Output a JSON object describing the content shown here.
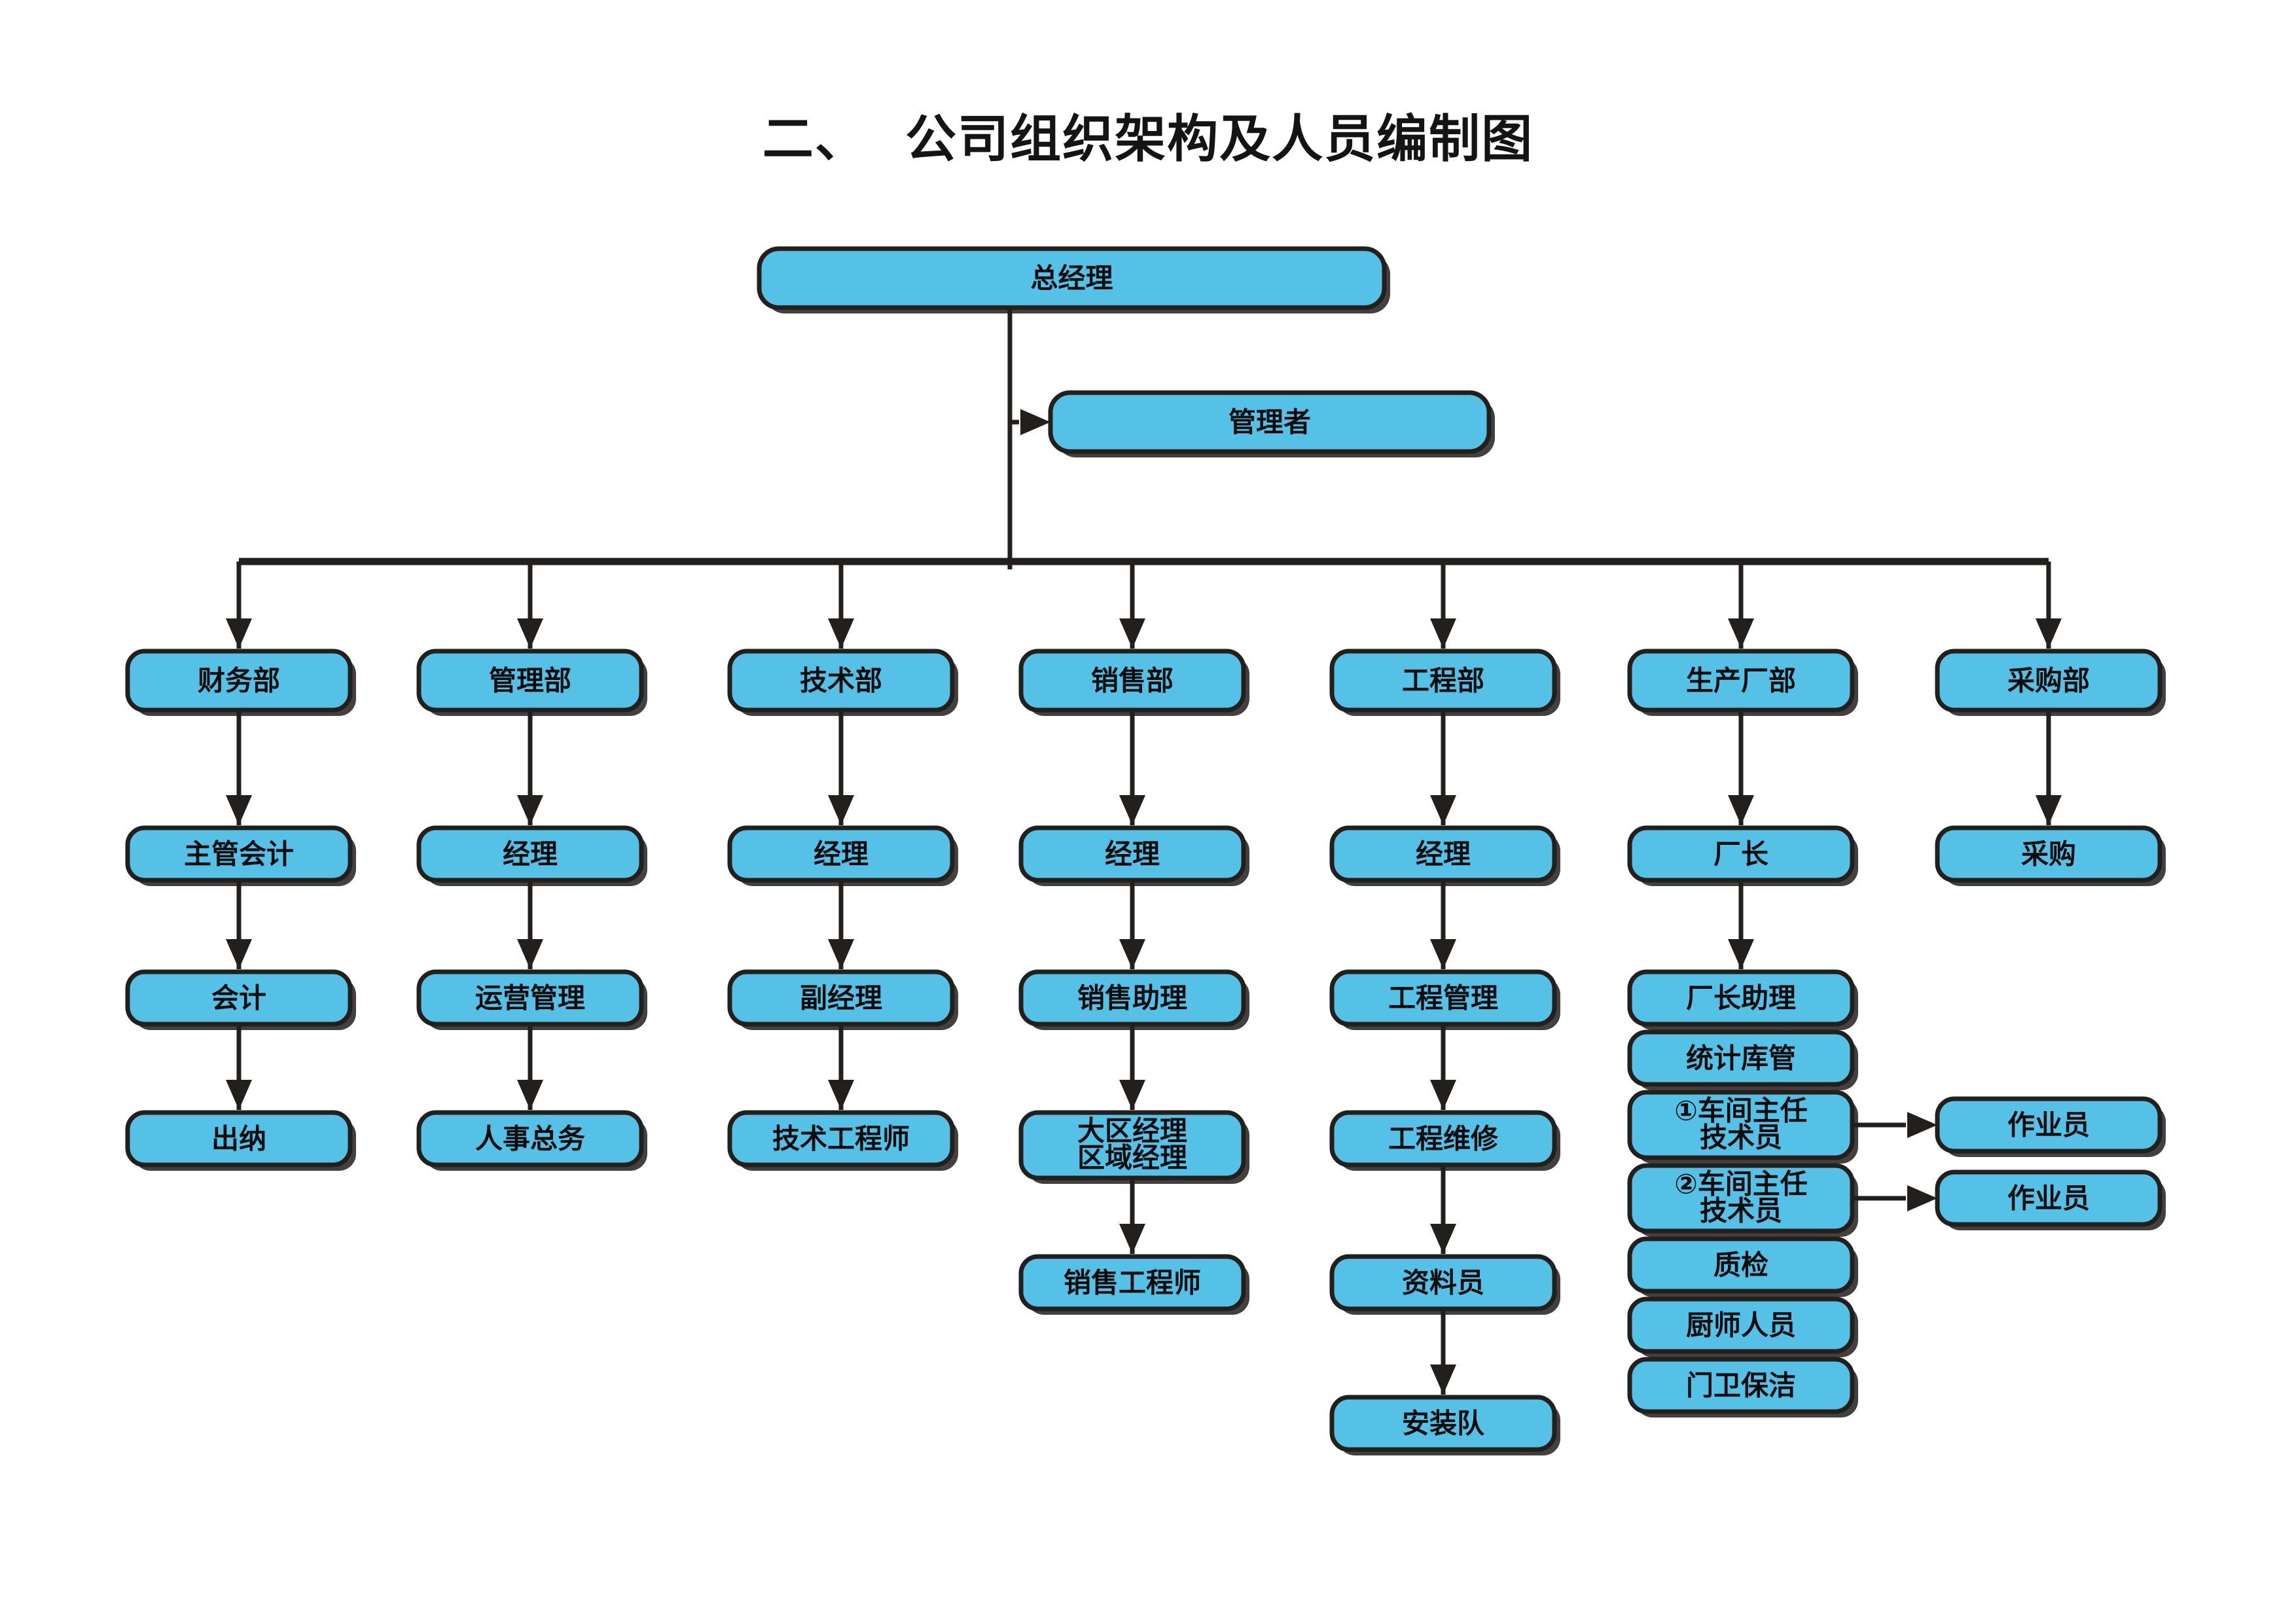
{
  "title": "二、  公司组织架构及人员编制图",
  "colors": {
    "node_fill": "#56c1e6",
    "node_stroke": "#231f1d",
    "text": "#0d0d0d",
    "background": "#ffffff"
  },
  "diagram": {
    "type": "org-chart",
    "root": {
      "id": "gm",
      "label": "总经理"
    },
    "advisor": {
      "id": "mgr",
      "label": "管理者"
    },
    "departments": [
      {
        "id": "dept-finance",
        "label": "财务部",
        "chain": [
          {
            "id": "fin-1",
            "label": "主管会计"
          },
          {
            "id": "fin-2",
            "label": "会计"
          },
          {
            "id": "fin-3",
            "label": "出纳"
          }
        ]
      },
      {
        "id": "dept-admin",
        "label": "管理部",
        "chain": [
          {
            "id": "adm-1",
            "label": "经理"
          },
          {
            "id": "adm-2",
            "label": "运营管理"
          },
          {
            "id": "adm-3",
            "label": "人事总务"
          }
        ]
      },
      {
        "id": "dept-tech",
        "label": "技术部",
        "chain": [
          {
            "id": "tec-1",
            "label": "经理"
          },
          {
            "id": "tec-2",
            "label": "副经理"
          },
          {
            "id": "tec-3",
            "label": "技术工程师"
          }
        ]
      },
      {
        "id": "dept-sales",
        "label": "销售部",
        "chain": [
          {
            "id": "sal-1",
            "label": "经理"
          },
          {
            "id": "sal-2",
            "label": "销售助理"
          },
          {
            "id": "sal-3",
            "label": "大区经理",
            "label2": "区域经理"
          },
          {
            "id": "sal-4",
            "label": "销售工程师"
          }
        ]
      },
      {
        "id": "dept-engineering",
        "label": "工程部",
        "chain": [
          {
            "id": "eng-1",
            "label": "经理"
          },
          {
            "id": "eng-2",
            "label": "工程管理"
          },
          {
            "id": "eng-3",
            "label": "工程维修"
          },
          {
            "id": "eng-4",
            "label": "资料员"
          },
          {
            "id": "eng-5",
            "label": "安装队"
          }
        ]
      },
      {
        "id": "dept-production",
        "label": "生产厂部",
        "chain": [
          {
            "id": "pro-1",
            "label": "厂长"
          },
          {
            "id": "pro-2",
            "label": "厂长助理"
          },
          {
            "id": "pro-3",
            "label": "统计库管"
          },
          {
            "id": "pro-4",
            "label": "①车间主任",
            "label2": "技术员"
          },
          {
            "id": "pro-5",
            "label": "②车间主任",
            "label2": "技术员"
          },
          {
            "id": "pro-6",
            "label": "质检"
          },
          {
            "id": "pro-7",
            "label": "厨师人员"
          },
          {
            "id": "pro-8",
            "label": "门卫保洁"
          }
        ]
      },
      {
        "id": "dept-purchasing",
        "label": "采购部",
        "chain": [
          {
            "id": "pur-1",
            "label": "采购"
          }
        ]
      }
    ],
    "side_nodes": [
      {
        "id": "op-1",
        "label": "作业员",
        "from": "pro-4"
      },
      {
        "id": "op-2",
        "label": "作业员",
        "from": "pro-5"
      }
    ]
  }
}
